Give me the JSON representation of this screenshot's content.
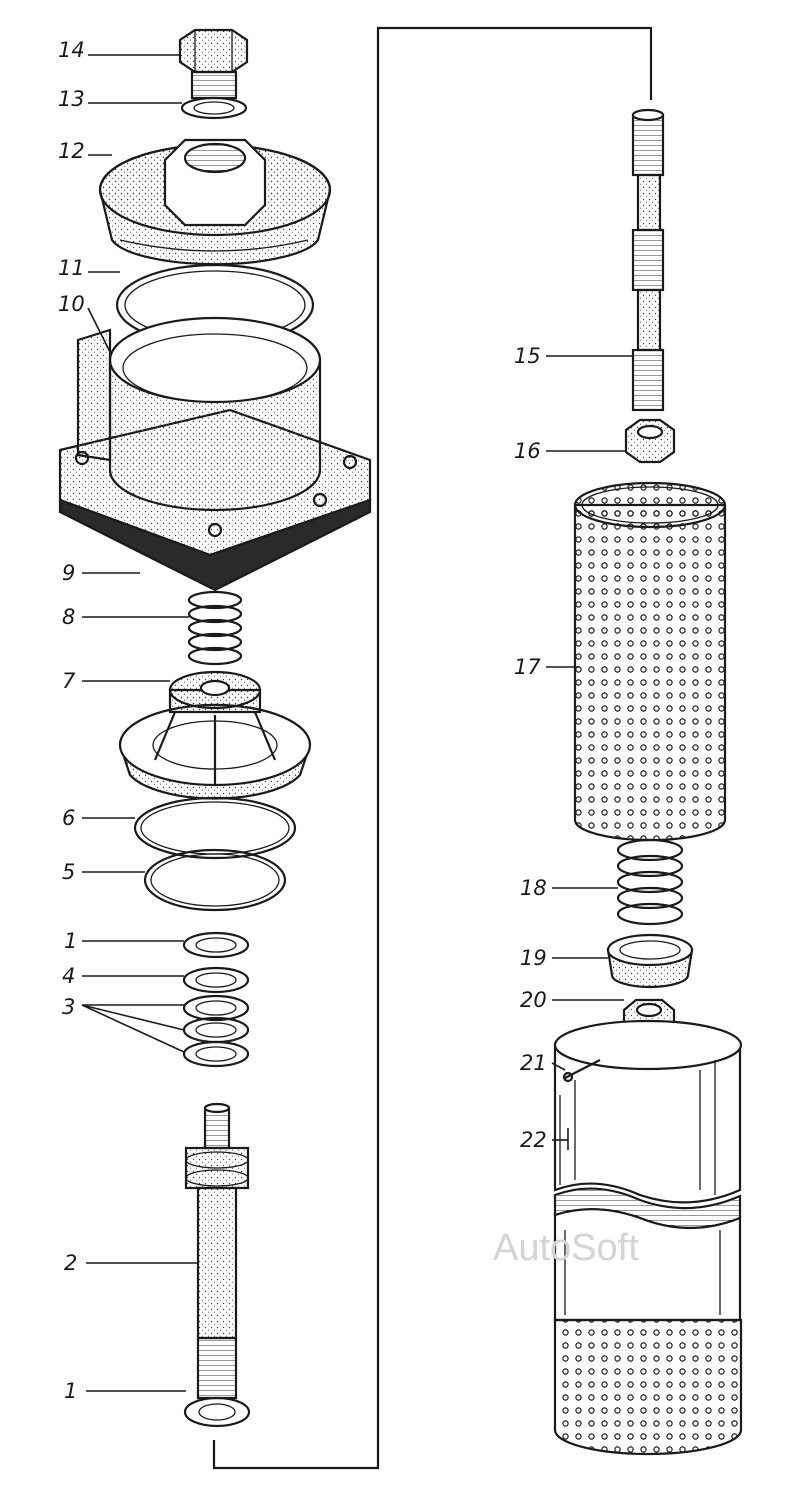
{
  "labels": {
    "p14": "14",
    "p13": "13",
    "p12": "12",
    "p11": "11",
    "p10": "10",
    "p9": "9",
    "p8": "8",
    "p7": "7",
    "p6": "6",
    "p5": "5",
    "p1a": "1",
    "p4": "4",
    "p3": "3",
    "p2": "2",
    "p1b": "1",
    "p15": "15",
    "p16": "16",
    "p17": "17",
    "p18": "18",
    "p19": "19",
    "p20": "20",
    "p21": "21",
    "p22": "22"
  },
  "watermark": "AutoSoft"
}
